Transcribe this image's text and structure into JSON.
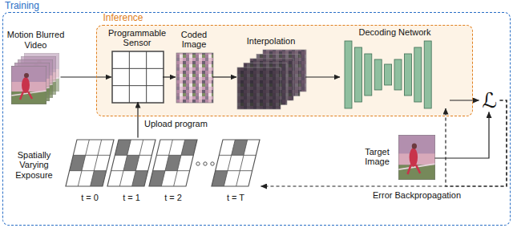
{
  "diagram": {
    "nodes": [
      {
        "text": [
          "Training"
        ]
      },
      {
        "text": [
          "Inference"
        ],
        "in": 0
      },
      {
        "text": [
          "Motion Blurred Video"
        ],
        "in": 0
      },
      {
        "text": [
          "Programmable Sensor"
        ],
        "in": 1
      },
      {
        "text": [
          "Coded Image"
        ],
        "in": 1
      },
      {
        "text": [
          "Interpolation"
        ],
        "in": 1
      },
      {
        "text": [
          "Decoding Network"
        ],
        "in": 1
      },
      {
        "text": [
          "ℒ"
        ],
        "in": 0
      },
      {
        "text": [
          "Target Image"
        ],
        "in": 0
      },
      {
        "text": [
          "Spatially Varying Exposure"
        ],
        "in": 0
      }
    ],
    "edges": [
      {
        "from": 2,
        "to": 3,
        "arrow": "to"
      },
      {
        "from": 3,
        "to": 4,
        "arrow": "to"
      },
      {
        "from": 4,
        "to": 5,
        "arrow": "to"
      },
      {
        "from": 5,
        "to": 6,
        "arrow": "to"
      },
      {
        "from": 6,
        "to": 7,
        "arrow": "to"
      },
      {
        "from": 8,
        "to": 7,
        "arrow": "to"
      },
      {
        "from": 9,
        "to": 3,
        "label": "Upload program",
        "arrow": "to"
      },
      {
        "from": 7,
        "to": 9,
        "label": "Error Backpropagation",
        "arrow": "to"
      },
      {
        "from": 7,
        "to": 6,
        "arrow": "to"
      }
    ],
    "labels": [
      "t = 0",
      "t = 1",
      "t = 2",
      "t = T"
    ]
  }
}
